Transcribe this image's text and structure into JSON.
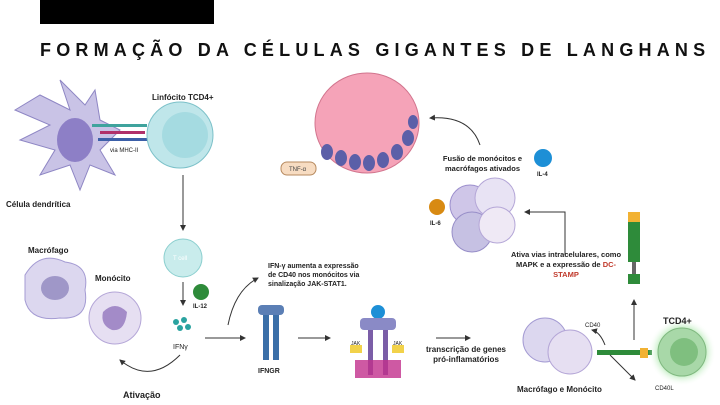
{
  "title": "FORMAÇÃO DA CÉLULAS GIGANTES DE LANGHANS",
  "labels": {
    "dendritic": "Célula dendrítica",
    "cd4": "Linfócito TCD4+",
    "mhc": "via MHC-II",
    "tcell": "T cell",
    "il12": "IL-12",
    "ifny": "IFNγ",
    "macrofago": "Macrófago",
    "monocito": "Monócito",
    "ativacao": "Ativação",
    "ifn_text": "IFN-γ aumenta a expressão de CD40 nos monócitos via sinalização JAK-STAT1.",
    "ifngr": "IFNGR",
    "jak1": "JAK",
    "jak2": "JAK",
    "transcricao": "transcrição de genes pró-inflamatórios",
    "mac_mono": "Macrófago e Monócito",
    "cd40": "CD40",
    "cd40l": "CD40L",
    "tcd4": "TCD4+",
    "ativa_vias": "Ativa vias intracelulares, como MAPK e a expressão de",
    "dcstamp": "DC-STAMP",
    "fusao": "Fusão de monócitos e macrófagos ativados",
    "il4": "IL-4",
    "il6": "IL-6",
    "tnf": "TNF-α"
  },
  "colors": {
    "accent_red": "#c0392b",
    "giant_cell": "#f5a3b8",
    "nucleus": "#5b5fa8",
    "tcell": "#bfe6ea"
  }
}
